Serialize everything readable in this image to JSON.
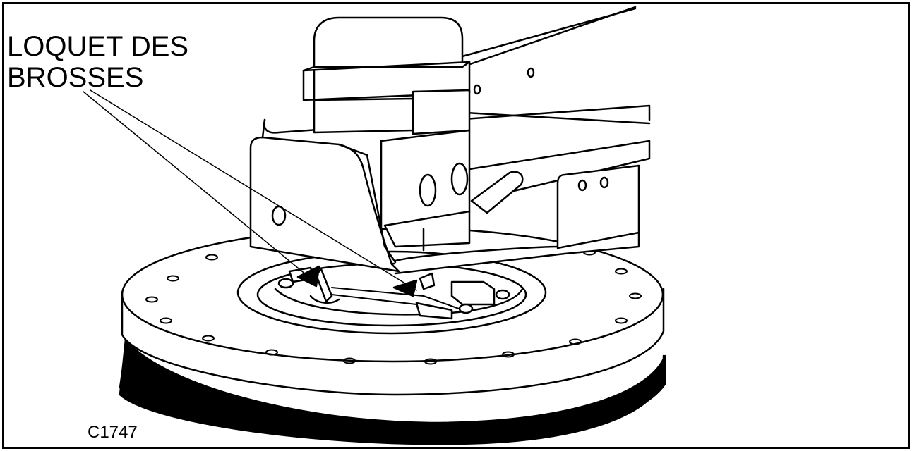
{
  "figure": {
    "callout_line1": "LOQUET DES",
    "callout_line2": "BROSSES",
    "figure_code": "C1747"
  },
  "colors": {
    "ink": "#000000",
    "paper": "#ffffff"
  }
}
